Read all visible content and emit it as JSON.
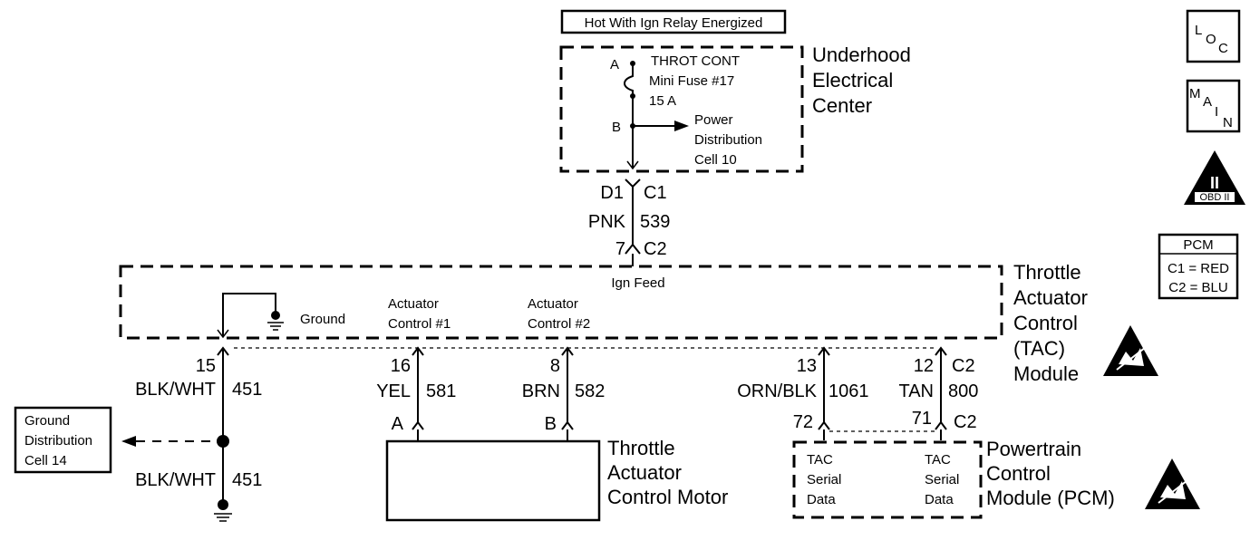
{
  "top_label": "Hot With Ign Relay Energized",
  "uec": {
    "title_lines": [
      "Underhood",
      "Electrical",
      "Center"
    ],
    "fuse_name": "THROT CONT",
    "fuse_desc": "Mini Fuse #17",
    "fuse_rating": "15 A",
    "pin_a": "A",
    "pin_b": "B",
    "ref_lines": [
      "Power",
      "Distribution",
      "Cell 10"
    ]
  },
  "feed_wire": {
    "uec_pin": "D1",
    "uec_conn": "C1",
    "color": "PNK",
    "circuit": "539",
    "tac_pin": "7",
    "tac_conn": "C2"
  },
  "tac": {
    "title_lines": [
      "Throttle",
      "Actuator",
      "Control",
      "(TAC)",
      "Module"
    ],
    "ign_feed": "Ign Feed",
    "ground": "Ground",
    "act1_lines": [
      "Actuator",
      "Control #1"
    ],
    "act2_lines": [
      "Actuator",
      "Control #2"
    ]
  },
  "wires": {
    "ground": {
      "pin": "15",
      "color": "BLK/WHT",
      "circuit": "451"
    },
    "ground_lower": {
      "color": "BLK/WHT",
      "circuit": "451"
    },
    "act1": {
      "pin": "16",
      "color": "YEL",
      "circuit": "581",
      "motor_pin": "A"
    },
    "act2": {
      "pin": "8",
      "color": "BRN",
      "circuit": "582",
      "motor_pin": "B"
    },
    "serial1": {
      "pin": "13",
      "color": "ORN/BLK",
      "circuit": "1061",
      "pcm_pin": "72"
    },
    "serial2": {
      "pin": "12",
      "conn": "C2",
      "color": "TAN",
      "circuit": "800",
      "pcm_pin": "71",
      "pcm_conn": "C2"
    }
  },
  "ground_ref_lines": [
    "Ground",
    "Distribution",
    "Cell 14"
  ],
  "motor_title_lines": [
    "Throttle",
    "Actuator",
    "Control Motor"
  ],
  "pcm": {
    "title_lines": [
      "Powertrain",
      "Control",
      "Module (PCM)"
    ],
    "left_lines": [
      "TAC",
      "Serial",
      "Data"
    ],
    "right_lines": [
      "TAC",
      "Serial",
      "Data"
    ]
  },
  "icons": {
    "loc": [
      "L",
      "O",
      "C"
    ],
    "main": [
      "M",
      "A",
      "I",
      "N"
    ],
    "obd_numeral": "II",
    "obd_label": "OBD II"
  },
  "pcm_legend": {
    "title": "PCM",
    "c1": "C1 = RED",
    "c2": "C2 = BLU"
  }
}
